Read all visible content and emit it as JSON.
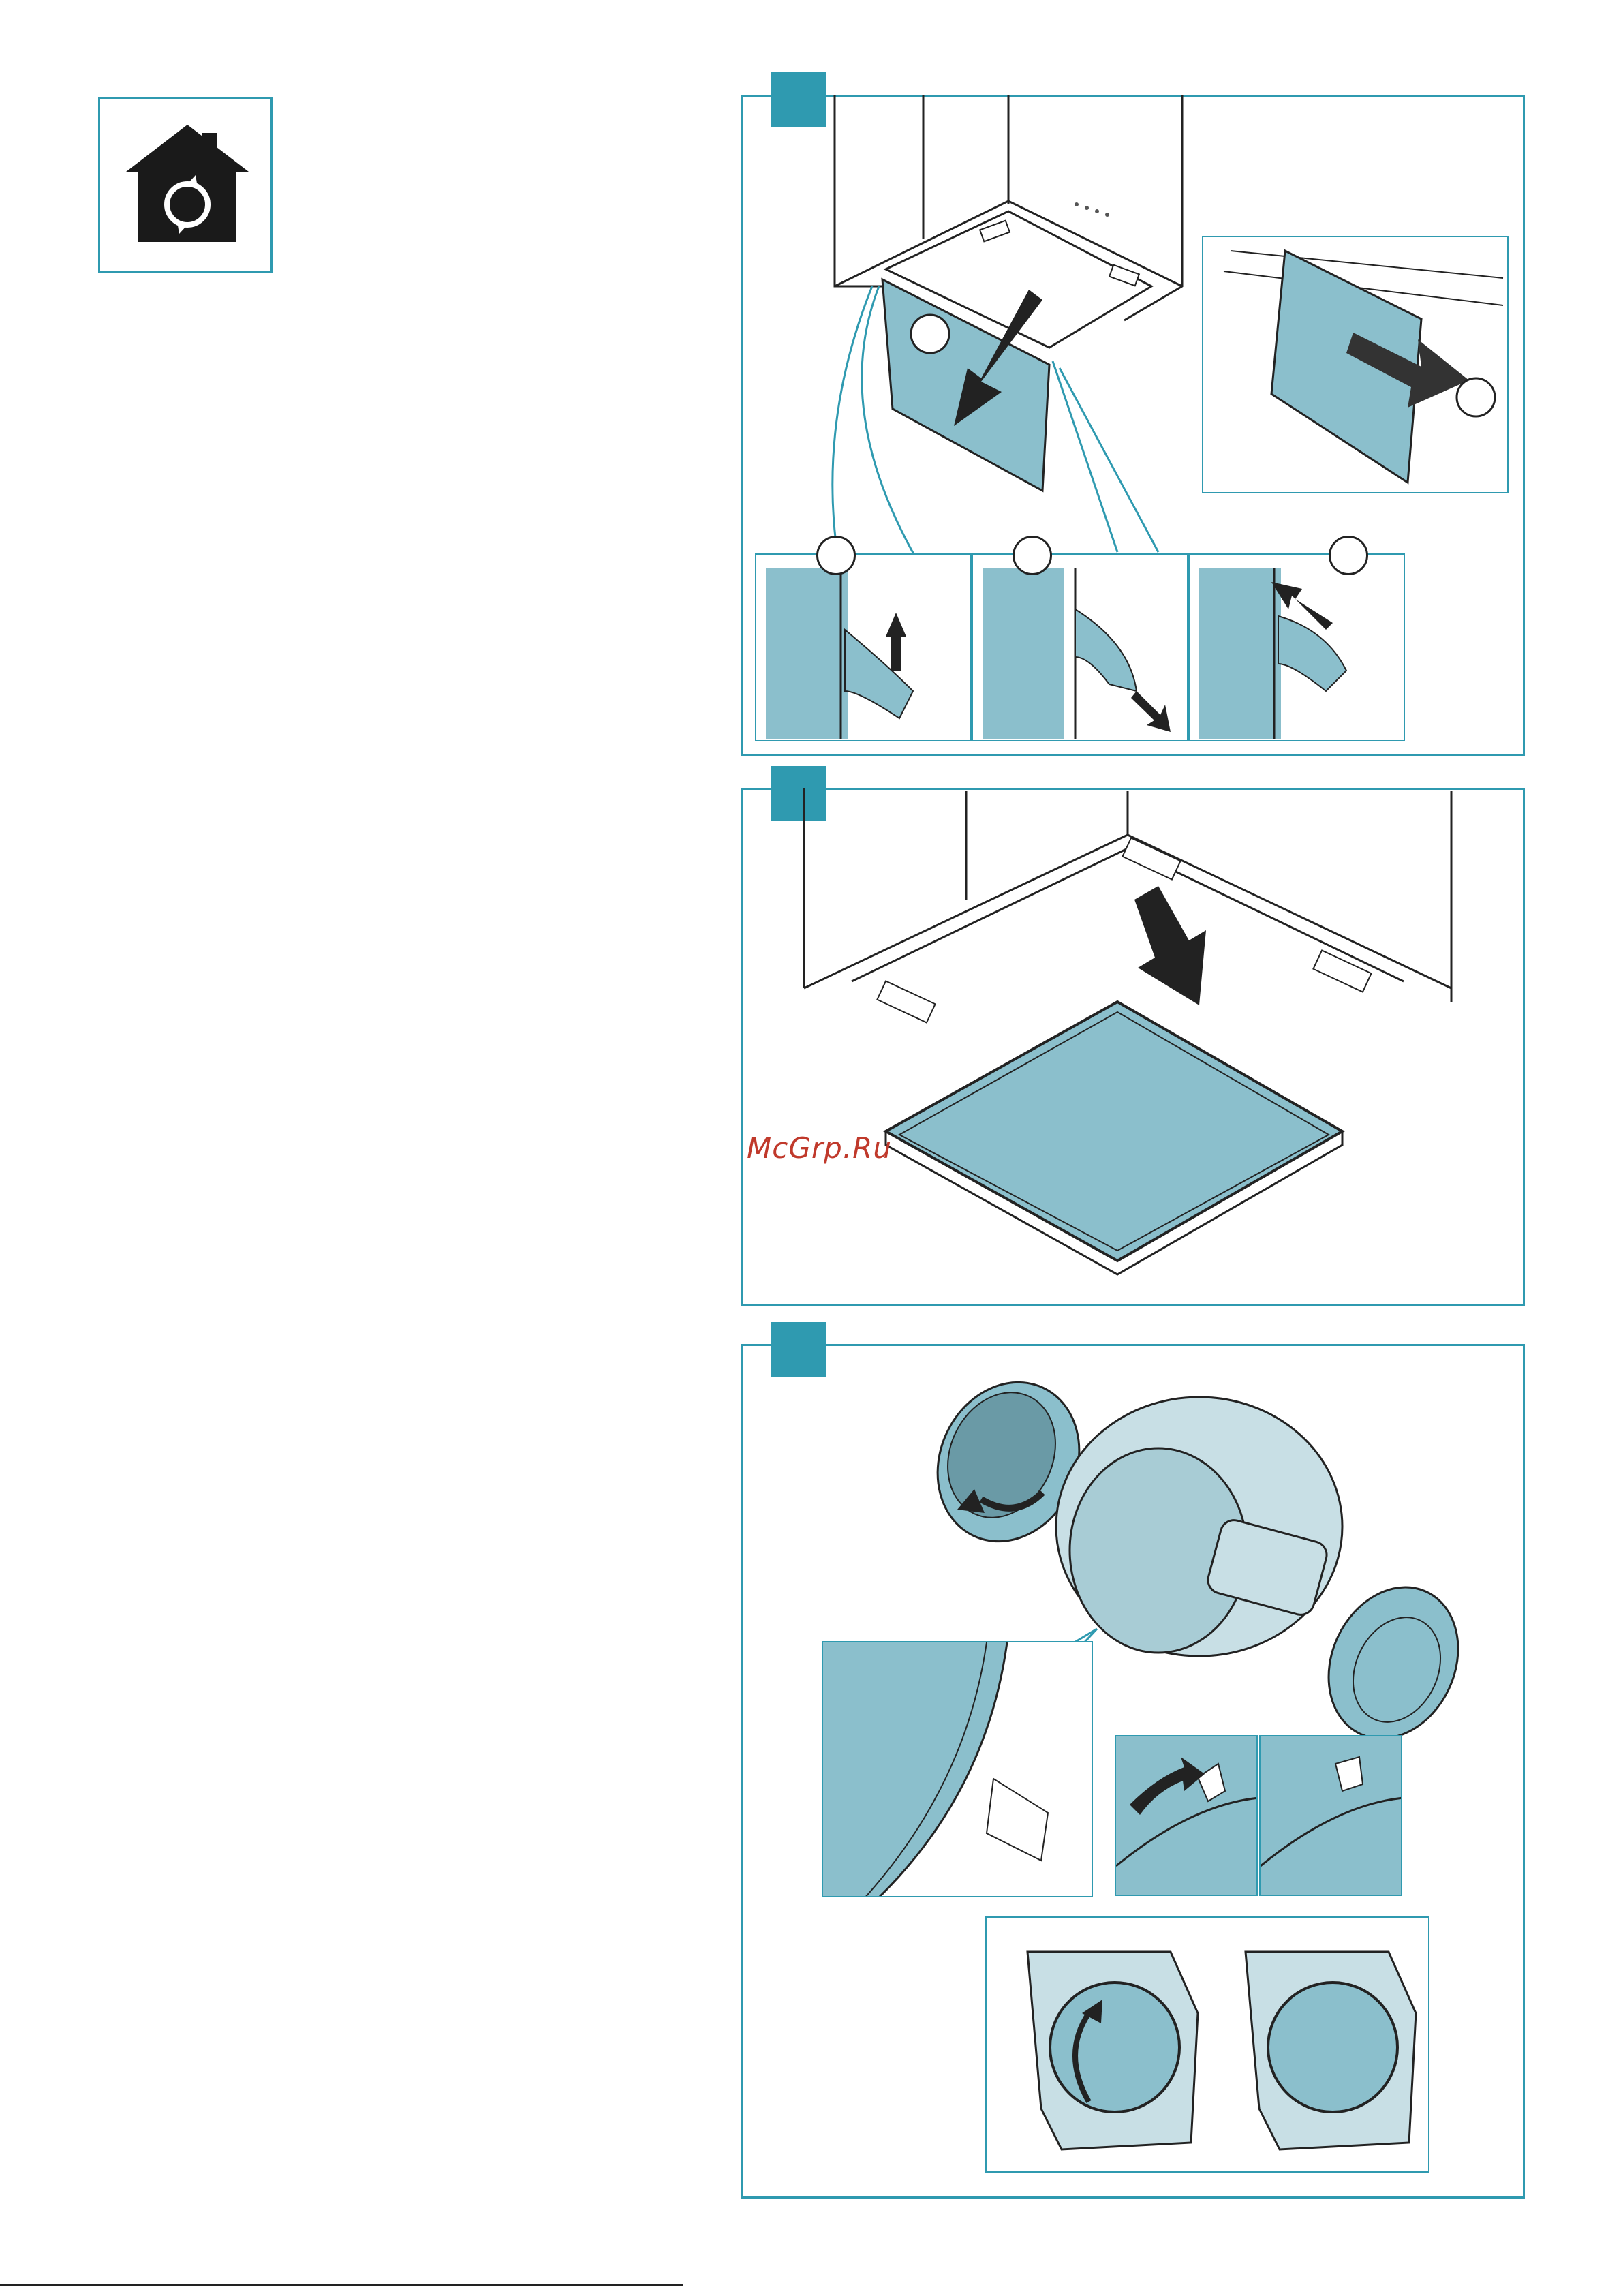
{
  "icon": {
    "name": "home-service-icon"
  },
  "colors": {
    "accent": "#2f9ab0",
    "panel_fill": "#8bbfcc",
    "dark": "#1a1a1a"
  },
  "steps": [
    {
      "id": "step-1",
      "badge": ""
    },
    {
      "id": "step-2",
      "badge": ""
    },
    {
      "id": "step-3",
      "badge": ""
    }
  ],
  "watermark": {
    "text": "McGrp.Ru"
  },
  "footer": {
    "mark": ""
  }
}
